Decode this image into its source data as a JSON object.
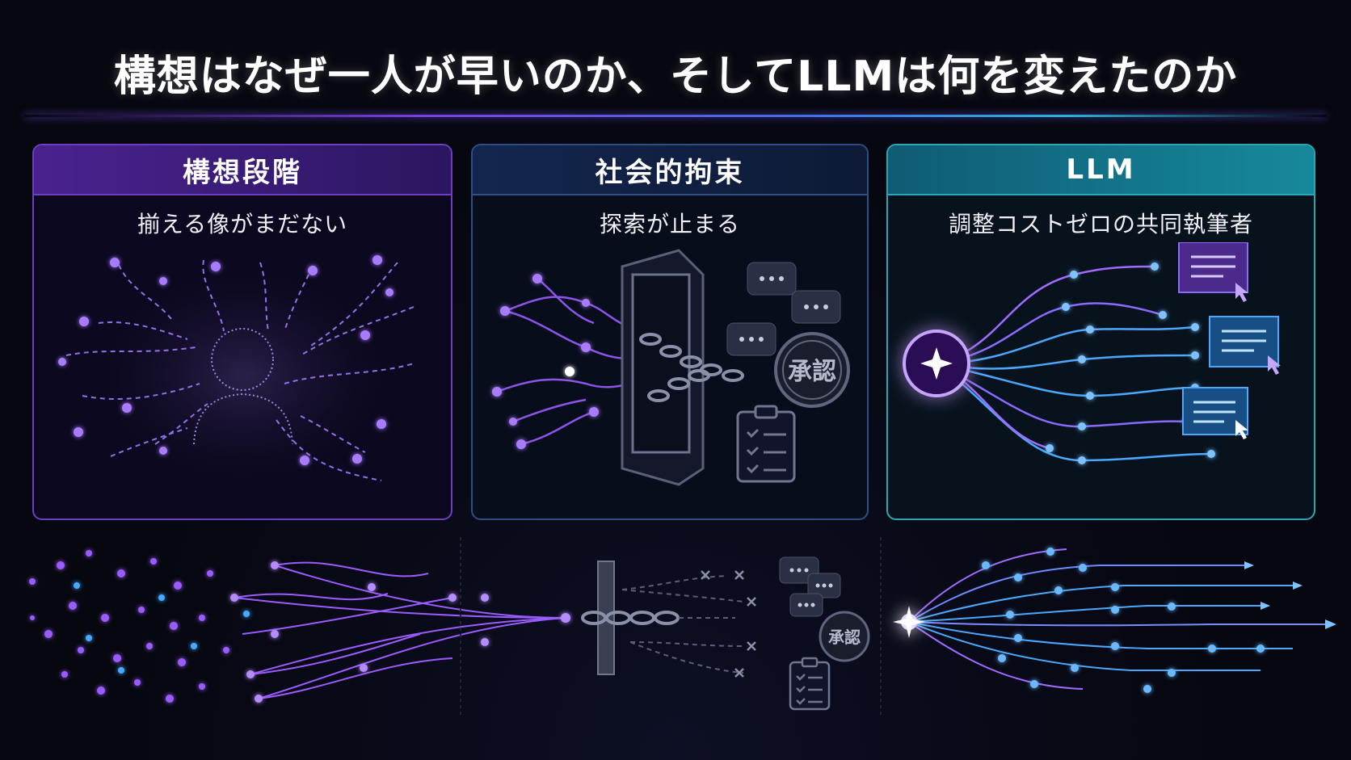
{
  "title": "構想はなぜ一人が早いのか、そしてLLMは何を変えたのか",
  "panels": [
    {
      "heading": "構想段階",
      "subtitle": "揃える像がまだない",
      "icon": "person-silhouette-icon",
      "accent": "#6b3fc0"
    },
    {
      "heading": "社会的拘束",
      "subtitle": "探索が止まる",
      "icon": "chained-door-icon",
      "stamp": "承認",
      "accent": "#2d4f86"
    },
    {
      "heading": "LLM",
      "subtitle": "調整コストゼロの共同執筆者",
      "icon": "sparkle-icon",
      "accent": "#2aa6b8"
    }
  ],
  "bottom": {
    "stamp": "承認"
  },
  "colors": {
    "purple": "#9b5cff",
    "blue": "#4aa8ff",
    "cyan": "#2fd0e6",
    "background": "#06070f"
  }
}
